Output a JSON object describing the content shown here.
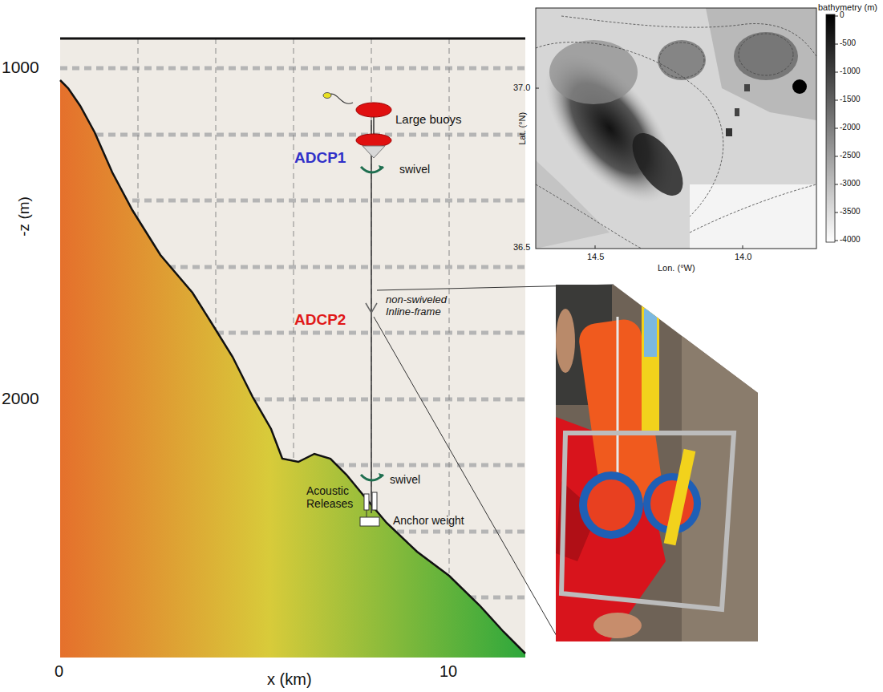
{
  "diagram": {
    "labels": [
      "1000",
      "2000",
      "-z (m)",
      "0",
      "10",
      "x (km)",
      "Large buoys",
      "ADCP1",
      "swivel",
      "non-swiveled Inline-frame",
      "ADCP2",
      "swivel",
      "Acoustic Releases",
      "Anchor weight",
      "bathymetry (m)",
      "0",
      "-500",
      "-1000",
      "-1500",
      "-2000",
      "-2500",
      "-3000",
      "-3500",
      "-4000",
      "37.0",
      "36.5",
      "Lat. (°N)",
      "14.5",
      "14.0",
      "Lon. (°W)"
    ]
  }
}
